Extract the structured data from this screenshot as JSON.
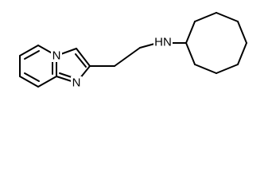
{
  "molecule": {
    "atoms": {
      "ring_n": "N",
      "imine_n": "N",
      "amine": "HN"
    }
  },
  "colors": {
    "bond": "#000000",
    "label": "#000000",
    "background": "#ffffff"
  }
}
